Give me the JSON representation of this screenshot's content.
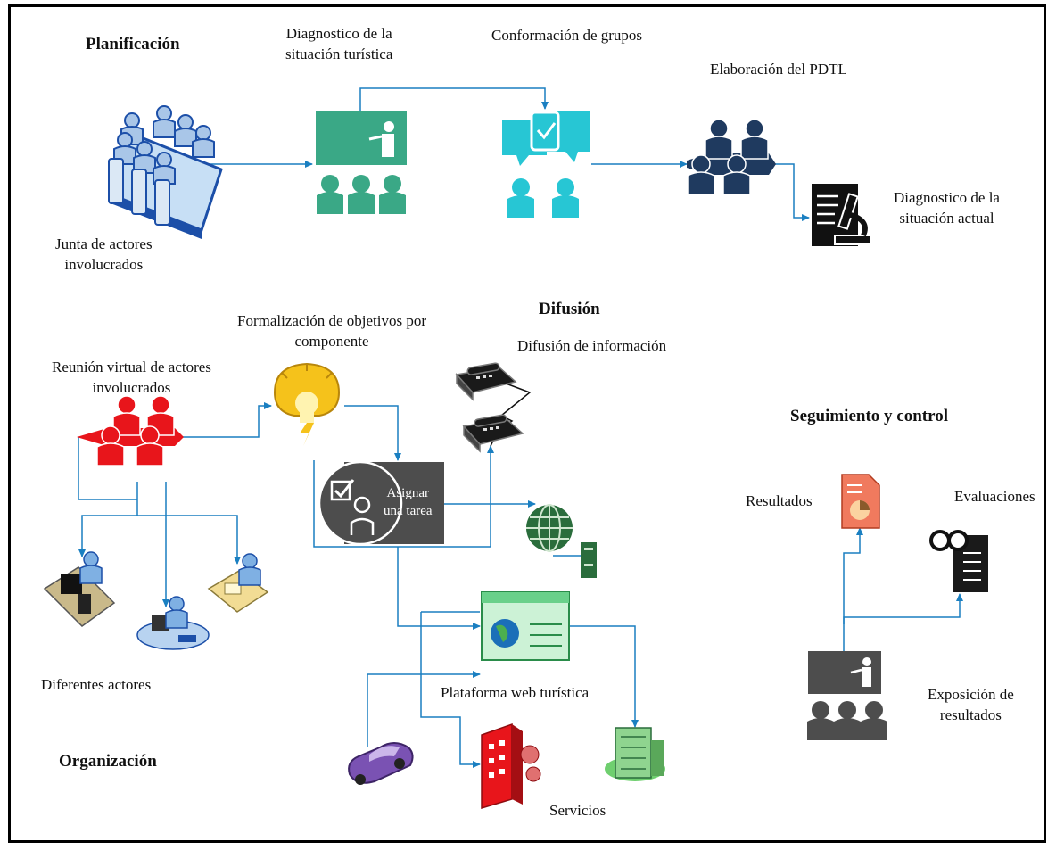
{
  "sections": {
    "planificacion": "Planificación",
    "difusion": "Difusión",
    "seguimiento": "Seguimiento y control",
    "organizacion": "Organización"
  },
  "labels": {
    "diagnostico_turistica": "Diagnostico de la\nsituación turística",
    "conformacion": "Conformación de grupos",
    "elaboracion": "Elaboración del PDTL",
    "junta": "Junta de actores\ninvolucrados",
    "diagnostico_actual": "Diagnostico de la\nsituación actual",
    "formalizacion": "Formalización de objetivos por\ncomponente",
    "difusion_info": "Difusión de información",
    "reunion": "Reunión virtual de actores\ninvolucrados",
    "asignar": "Asignar\nuna tarea",
    "resultados": "Resultados",
    "evaluaciones": "Evaluaciones",
    "diferentes": "Diferentes actores",
    "plataforma": "Plataforma web turística",
    "exposicion": "Exposición de\nresultados",
    "servicios": "Servicios"
  },
  "colors": {
    "connector": "#1a7fc1",
    "teal": "#3aa886",
    "cyan": "#27c6d4",
    "navy": "#1f3a5f",
    "red": "#e8151b",
    "gold": "#f5c21b",
    "gray": "#4d4d4d",
    "green": "#2a6d3c"
  },
  "icons": [
    "meeting-icon",
    "presentation-icon",
    "chat-check-icon",
    "team-icon",
    "document-microscope-icon",
    "red-people-icon",
    "idea-bulb-icon",
    "telephone-icon",
    "globe-icon",
    "server-icon",
    "task-icon",
    "computer-user-icon",
    "web-platform-icon",
    "car-icon",
    "hotel-icon",
    "building-icon",
    "report-chart-icon",
    "evaluation-glasses-icon"
  ]
}
